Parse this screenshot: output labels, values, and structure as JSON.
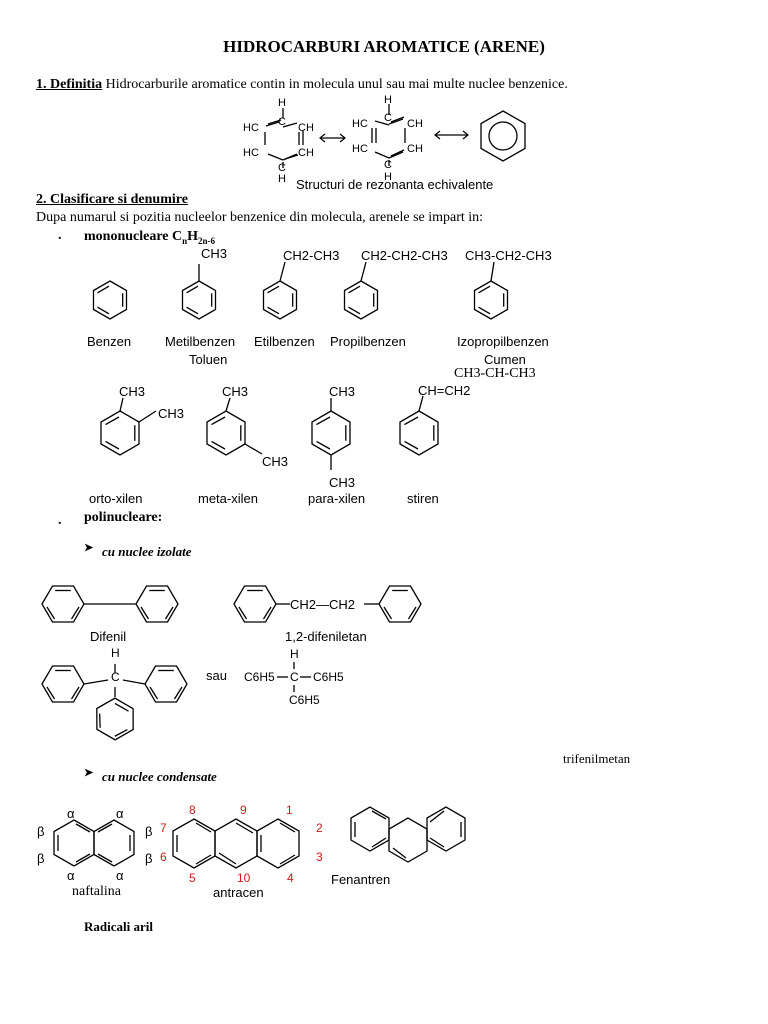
{
  "title": "HIDROCARBURI AROMATICE (ARENE)",
  "section1": {
    "heading": "1. Definitia",
    "text": "Hidrocarburile aromatice contin in molecula unul sau mai multe nuclee benzenice.",
    "atoms": {
      "H": "H",
      "C": "C",
      "HC": "HC",
      "CH": "CH"
    },
    "caption": "Structuri de rezonanta echivalente"
  },
  "section2": {
    "heading": "2. Clasificare si denumire",
    "intro": "Dupa numarul si pozitia nucleelor benzenice din molecula, arenele se impart in:",
    "mono": {
      "label": "mononucleare C",
      "sub_n": "n",
      "h": "H",
      "sub_formula": "2n-6",
      "substituents": [
        "CH3",
        "CH2-CH3",
        "CH2-CH2-CH3",
        "CH3-CH2-CH3"
      ],
      "names": [
        "Benzen",
        "Metilbenzen",
        "Toluen",
        "Etilbenzen",
        "Propilbenzen",
        "Izopropilbenzen",
        "Cumen"
      ],
      "cumen_formula": "CH3-CH-CH3",
      "row2_substituents": [
        "CH3",
        "CH=CH2"
      ],
      "row2_names": [
        "orto-xilen",
        "meta-xilen",
        "para-xilen",
        "stiren"
      ]
    },
    "poly": {
      "label": "polinucleare:",
      "izolate": "cu nuclee izolate",
      "condensate": "cu nuclee condensate",
      "bridge": "CH2—CH2",
      "names": [
        "Difenil",
        "1,2-difeniletan",
        "trifenilmetan",
        "naftalina",
        "antracen",
        "Fenantren"
      ],
      "sau": "sau",
      "tri": {
        "H": "H",
        "C": "C",
        "C6H5": "C6H5"
      },
      "greek": {
        "alpha": "α",
        "beta": "β"
      },
      "positions": [
        "1",
        "2",
        "3",
        "4",
        "5",
        "6",
        "7",
        "8",
        "9",
        "10"
      ]
    },
    "radicali": "Radicali aril"
  }
}
